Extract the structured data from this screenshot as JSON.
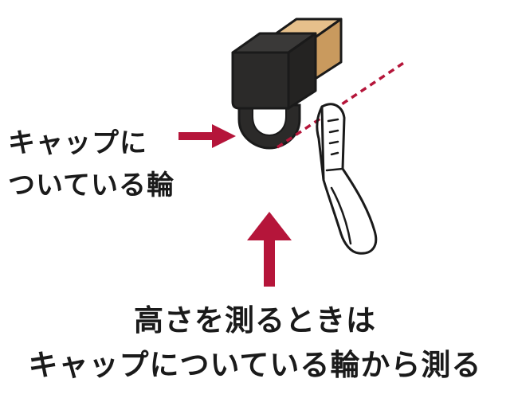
{
  "annotation": {
    "line1": "キャップに",
    "line2": "ついている輪"
  },
  "caption": {
    "line1": "高さを測るときは",
    "line2": "キャップについている輪から測る"
  },
  "colors": {
    "arrow": "#b5153a",
    "cap": "#2b2a29",
    "stick": "#d9ab72",
    "outline": "#1a1a1a"
  }
}
